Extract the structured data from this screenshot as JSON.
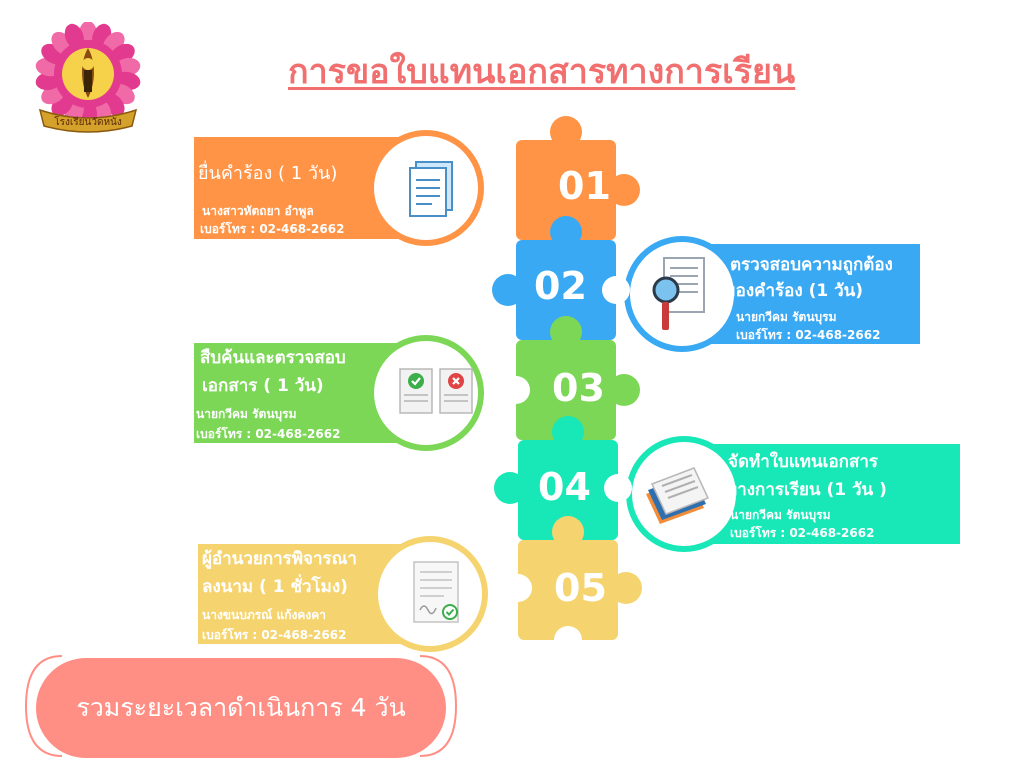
{
  "title": "การขอใบแทนเอกสารทางการเรียน",
  "logo_text": "โรงเรียนวัดหนัง",
  "colors": {
    "title": "#f26f6f",
    "step1": "#ff9447",
    "step2": "#3aa9f4",
    "step3": "#7cd756",
    "step4": "#18e7b8",
    "step5": "#f5d470",
    "summary": "#ff8f85"
  },
  "steps": [
    {
      "number": "01",
      "heading_lines": [
        "ยื่นคำร้อง ( 1 วัน)"
      ],
      "person": "นางสาวหัตถยา อำพูล",
      "phone": "เบอร์โทร : 02-468-2662",
      "icon": "document-icon"
    },
    {
      "number": "02",
      "heading_lines": [
        "ตรวจสอบความถูกต้อง",
        "ของคำร้อง (1 วัน)"
      ],
      "person": "นายกวีคม รัตนบุรม",
      "phone": "เบอร์โทร : 02-468-2662",
      "icon": "magnifier-document-icon"
    },
    {
      "number": "03",
      "heading_lines": [
        "สืบค้นและตรวจสอบ",
        "เอกสาร ( 1 วัน)"
      ],
      "person": "นายกวีคม รัตนบุรม",
      "phone": "เบอร์โทร : 02-468-2662",
      "icon": "approve-reject-documents-icon"
    },
    {
      "number": "04",
      "heading_lines": [
        "จัดทำใบแทนเอกสาร",
        "ทางการเรียน (1 วัน )"
      ],
      "person": "นายกวีคม รัตนบุรม",
      "phone": "เบอร์โทร : 02-468-2662",
      "icon": "stacked-papers-icon"
    },
    {
      "number": "05",
      "heading_lines": [
        "ผู้อำนวยการพิจารณา",
        "ลงนาม ( 1 ชั่วโมง)"
      ],
      "person": "นางขนบภรณ์ แก้งคงคา",
      "phone": "เบอร์โทร : 02-468-2662",
      "icon": "signed-document-icon"
    }
  ],
  "summary": "รวมระยะเวลาดำเนินการ 4 วัน"
}
